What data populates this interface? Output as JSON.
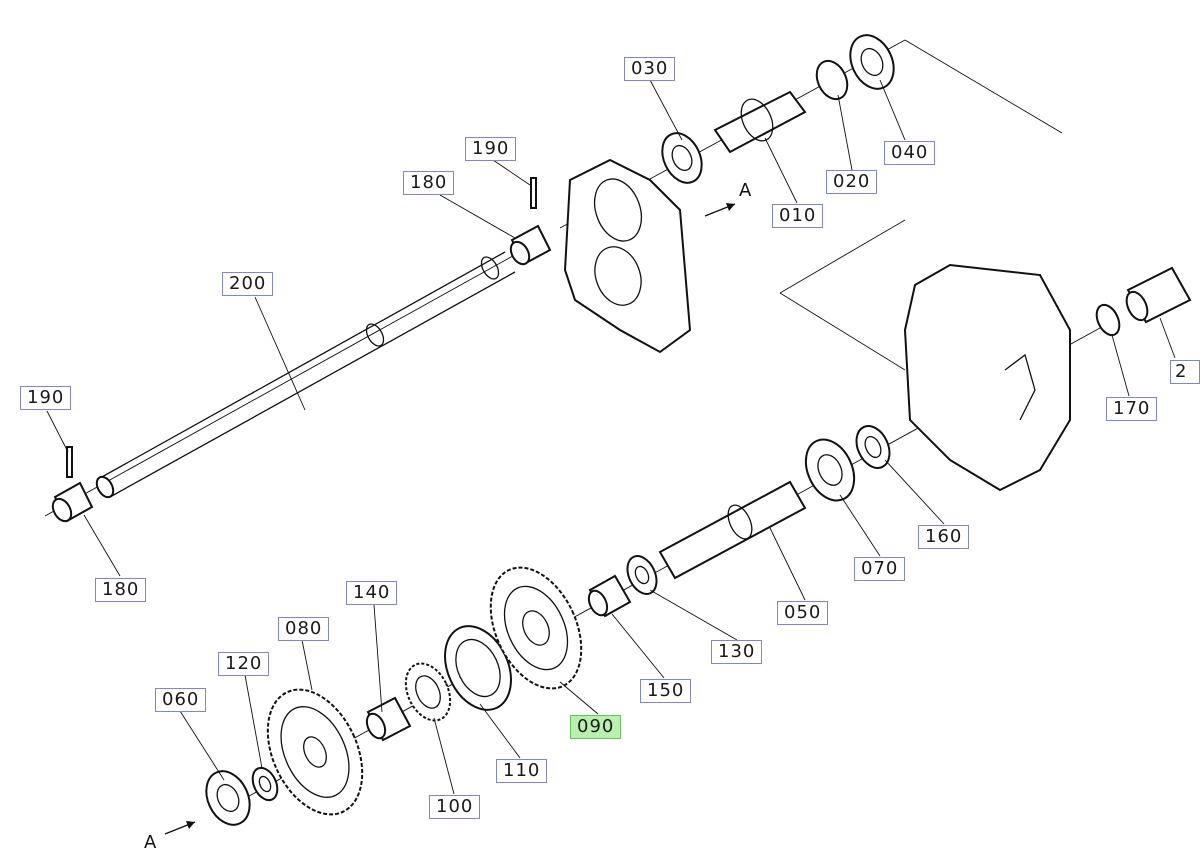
{
  "diagram": {
    "callouts": [
      {
        "key": "p030",
        "label": "030",
        "highlighted": false
      },
      {
        "key": "p190a",
        "label": "190",
        "highlighted": false
      },
      {
        "key": "p180a",
        "label": "180",
        "highlighted": false
      },
      {
        "key": "p040",
        "label": "040",
        "highlighted": false
      },
      {
        "key": "p020",
        "label": "020",
        "highlighted": false
      },
      {
        "key": "p010",
        "label": "010",
        "highlighted": false
      },
      {
        "key": "p200",
        "label": "200",
        "highlighted": false
      },
      {
        "key": "p190b",
        "label": "190",
        "highlighted": false
      },
      {
        "key": "p170",
        "label": "170",
        "highlighted": false
      },
      {
        "key": "p160",
        "label": "160",
        "highlighted": false
      },
      {
        "key": "p070",
        "label": "070",
        "highlighted": false
      },
      {
        "key": "p180b",
        "label": "180",
        "highlighted": false
      },
      {
        "key": "p140",
        "label": "140",
        "highlighted": false
      },
      {
        "key": "p050",
        "label": "050",
        "highlighted": false
      },
      {
        "key": "p080",
        "label": "080",
        "highlighted": false
      },
      {
        "key": "p130",
        "label": "130",
        "highlighted": false
      },
      {
        "key": "p120",
        "label": "120",
        "highlighted": false
      },
      {
        "key": "p150",
        "label": "150",
        "highlighted": false
      },
      {
        "key": "p060",
        "label": "060",
        "highlighted": false
      },
      {
        "key": "p090",
        "label": "090",
        "highlighted": true
      },
      {
        "key": "p110",
        "label": "110",
        "highlighted": false
      },
      {
        "key": "p100",
        "label": "100",
        "highlighted": false
      },
      {
        "key": "p2x",
        "label": "2",
        "highlighted": false
      }
    ],
    "section_marks": {
      "top": "A",
      "bottom": "A"
    },
    "colors": {
      "callout_border": "#7f86c9",
      "highlight_fill": "#b9f0b0",
      "line": "#111111"
    }
  }
}
